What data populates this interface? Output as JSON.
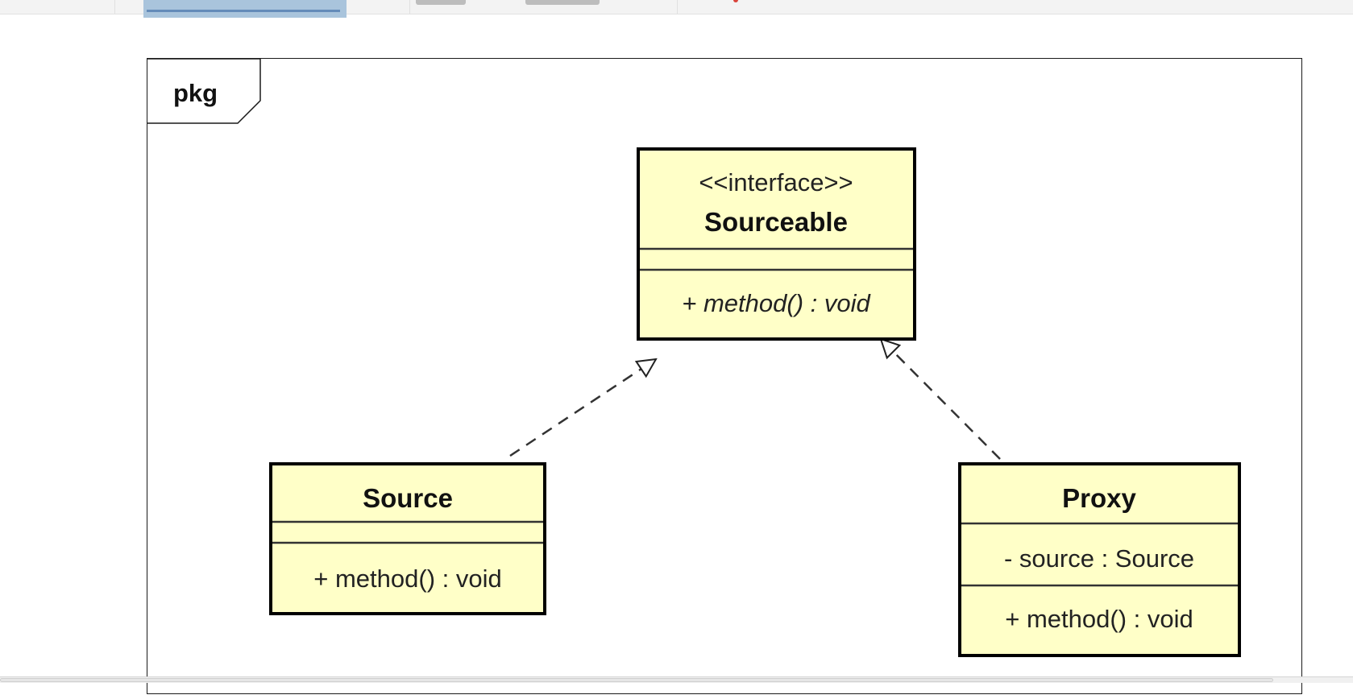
{
  "diagram": {
    "frame_label": "pkg",
    "classes": {
      "sourceable": {
        "stereotype": "<<interface>>",
        "name": "Sourceable",
        "attributes": [],
        "operations": [
          "+ method() : void"
        ]
      },
      "source": {
        "name": "Source",
        "attributes": [],
        "operations": [
          "+ method() : void"
        ]
      },
      "proxy": {
        "name": "Proxy",
        "attributes": [
          "- source : Source"
        ],
        "operations": [
          "+ method() : void"
        ]
      }
    },
    "relations": [
      {
        "type": "realization",
        "from": "Source",
        "to": "Sourceable"
      },
      {
        "type": "realization",
        "from": "Proxy",
        "to": "Sourceable"
      }
    ],
    "colors": {
      "class_fill": "#ffffc8",
      "class_border": "#000000",
      "frame_border": "#1a1a1a",
      "selection_highlight": "#a9c4dc"
    }
  }
}
